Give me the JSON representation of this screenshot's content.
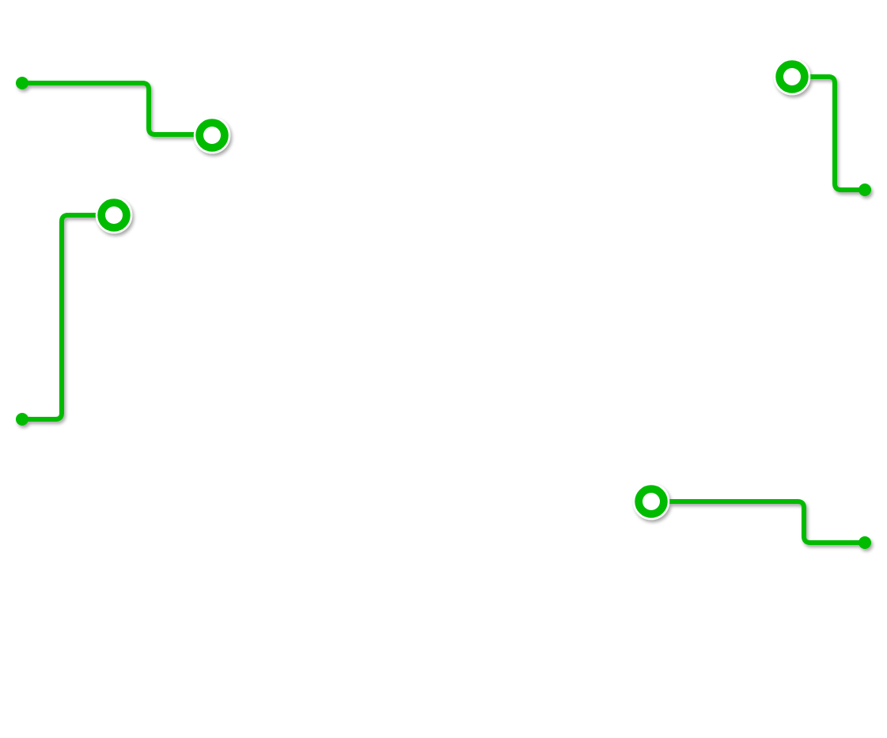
{
  "colors": {
    "line": "#00bb00",
    "ring_outline": "#ffffff",
    "background": "#ffffff"
  },
  "connectors": [
    {
      "name": "connector-top-left"
    },
    {
      "name": "connector-mid-left"
    },
    {
      "name": "connector-top-right"
    },
    {
      "name": "connector-bottom-right"
    }
  ]
}
